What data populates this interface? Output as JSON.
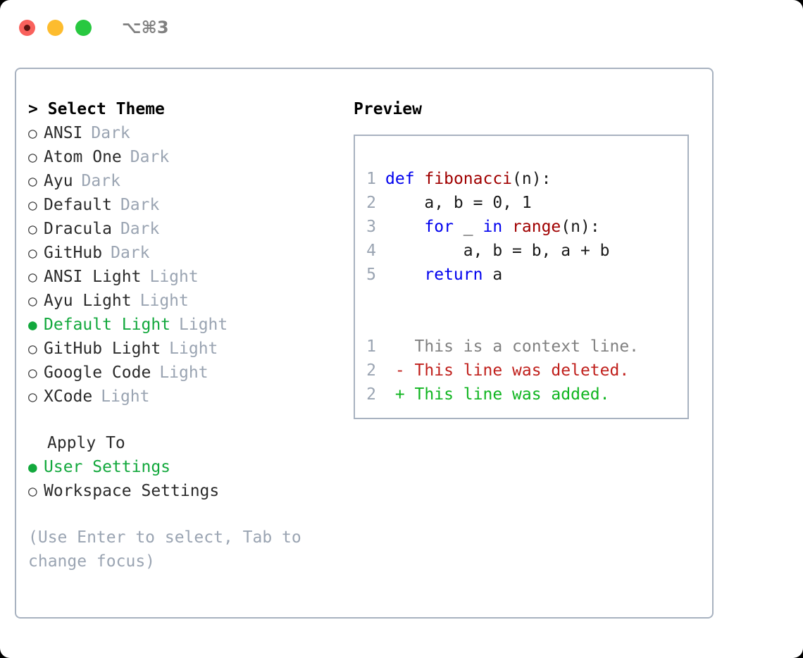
{
  "titlebar": {
    "shortcut": "⌥⌘3",
    "buttons": [
      "close",
      "minimize",
      "zoom"
    ]
  },
  "theme_picker": {
    "header_marker": ">",
    "header": "Select Theme",
    "items": [
      {
        "marker": "○",
        "label": "ANSI",
        "suffix": "Dark",
        "selected": false
      },
      {
        "marker": "○",
        "label": "Atom One",
        "suffix": "Dark",
        "selected": false
      },
      {
        "marker": "○",
        "label": "Ayu",
        "suffix": "Dark",
        "selected": false
      },
      {
        "marker": "○",
        "label": "Default",
        "suffix": "Dark",
        "selected": false
      },
      {
        "marker": "○",
        "label": "Dracula",
        "suffix": "Dark",
        "selected": false
      },
      {
        "marker": "○",
        "label": "GitHub",
        "suffix": "Dark",
        "selected": false
      },
      {
        "marker": "○",
        "label": "ANSI Light",
        "suffix": "Light",
        "selected": false
      },
      {
        "marker": "○",
        "label": "Ayu Light",
        "suffix": "Light",
        "selected": false
      },
      {
        "marker": "●",
        "label": "Default Light",
        "suffix": "Light",
        "selected": true
      },
      {
        "marker": "○",
        "label": "GitHub Light",
        "suffix": "Light",
        "selected": false
      },
      {
        "marker": "○",
        "label": "Google Code",
        "suffix": "Light",
        "selected": false
      },
      {
        "marker": "○",
        "label": "XCode",
        "suffix": "Light",
        "selected": false
      }
    ]
  },
  "apply_to": {
    "title": "Apply To",
    "items": [
      {
        "marker": "●",
        "label": "User Settings",
        "selected": true
      },
      {
        "marker": "○",
        "label": "Workspace Settings",
        "selected": false
      }
    ]
  },
  "hint": "(Use Enter to select, Tab to\nchange focus)",
  "preview": {
    "title": "Preview",
    "code_lines": [
      {
        "no": "1",
        "tokens": [
          {
            "t": "def",
            "c": "kw"
          },
          {
            "t": " ",
            "c": "pl"
          },
          {
            "t": "fibonacci",
            "c": "fn"
          },
          {
            "t": "(n):",
            "c": "pl"
          }
        ]
      },
      {
        "no": "2",
        "tokens": [
          {
            "t": "    a, b = 0, 1",
            "c": "pl"
          }
        ]
      },
      {
        "no": "3",
        "tokens": [
          {
            "t": "    ",
            "c": "pl"
          },
          {
            "t": "for",
            "c": "kw"
          },
          {
            "t": " _ ",
            "c": "pl"
          },
          {
            "t": "in",
            "c": "kw"
          },
          {
            "t": " ",
            "c": "pl"
          },
          {
            "t": "range",
            "c": "fn"
          },
          {
            "t": "(n):",
            "c": "pl"
          }
        ]
      },
      {
        "no": "4",
        "tokens": [
          {
            "t": "        a, b = b, a + b",
            "c": "pl"
          }
        ]
      },
      {
        "no": "5",
        "tokens": [
          {
            "t": "    ",
            "c": "pl"
          },
          {
            "t": "return",
            "c": "kw"
          },
          {
            "t": " a",
            "c": "pl"
          }
        ]
      }
    ],
    "diff_lines": [
      {
        "no": "1",
        "tokens": [
          {
            "t": "   This is a context line.",
            "c": "ctx"
          }
        ]
      },
      {
        "no": "2",
        "tokens": [
          {
            "t": " - This line was deleted.",
            "c": "del"
          }
        ]
      },
      {
        "no": "2",
        "tokens": [
          {
            "t": " + This line was added.",
            "c": "add"
          }
        ]
      }
    ]
  },
  "colors": {
    "accent_green": "#12a83c",
    "muted": "#9aa4b2",
    "border": "#a8b2c0",
    "keyword": "#0000ee",
    "function": "#a00000",
    "diff_add": "#10b520",
    "diff_del": "#c0201c"
  }
}
